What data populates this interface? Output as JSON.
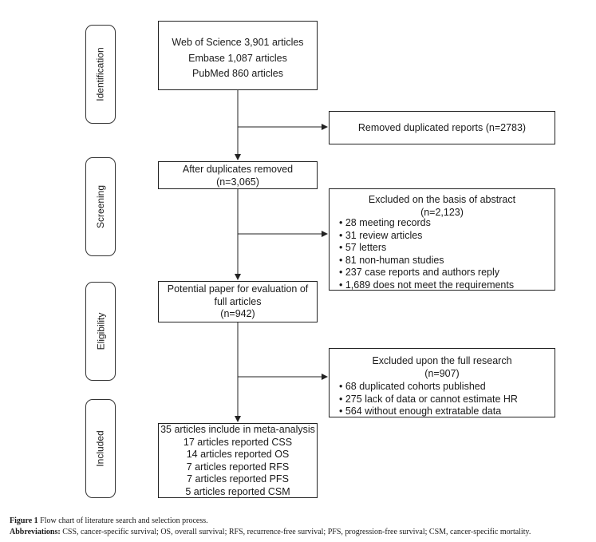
{
  "stages": {
    "identification": "Identification",
    "screening": "Screening",
    "eligibility": "Eligibility",
    "included": "Included"
  },
  "boxes": {
    "sources": {
      "lines": [
        "Web of Science 3,901 articles",
        "Embase 1,087 articles",
        "PubMed 860 articles"
      ]
    },
    "removed_duplicates": {
      "text": "Removed duplicated reports (n=2783)"
    },
    "after_duplicates": {
      "lines": [
        "After duplicates removed",
        "(n=3,065)"
      ]
    },
    "excluded_abstract": {
      "header": [
        "Excluded on the basis of abstract",
        "(n=2,123)"
      ],
      "items": [
        "28 meeting records",
        "31 review articles",
        "57 letters",
        "81 non-human studies",
        "237 case reports and authors reply",
        "1,689 does not meet the requirements"
      ]
    },
    "potential_paper": {
      "lines": [
        "Potential paper for evaluation of",
        "full articles",
        "(n=942)"
      ]
    },
    "excluded_full": {
      "header": [
        "Excluded upon the full research",
        "(n=907)"
      ],
      "items": [
        "68 duplicated cohorts published",
        "275 lack of data or cannot estimate HR",
        "564 without enough extratable data"
      ]
    },
    "included_meta": {
      "lines": [
        "35 articles include in meta-analysis",
        "17 articles reported CSS",
        "14 articles reported OS",
        "7 articles reported RFS",
        "7 articles reported PFS",
        "5 articles reported CSM"
      ]
    }
  },
  "caption": {
    "figure_label": "Figure 1",
    "figure_text": " Flow chart of literature search and selection process.",
    "abbrev_label": "Abbreviations:",
    "abbrev_text": " CSS, cancer-specific survival; OS, overall survival; RFS, recurrence-free survival; PFS, progression-free survival; CSM, cancer-specific mortality."
  }
}
